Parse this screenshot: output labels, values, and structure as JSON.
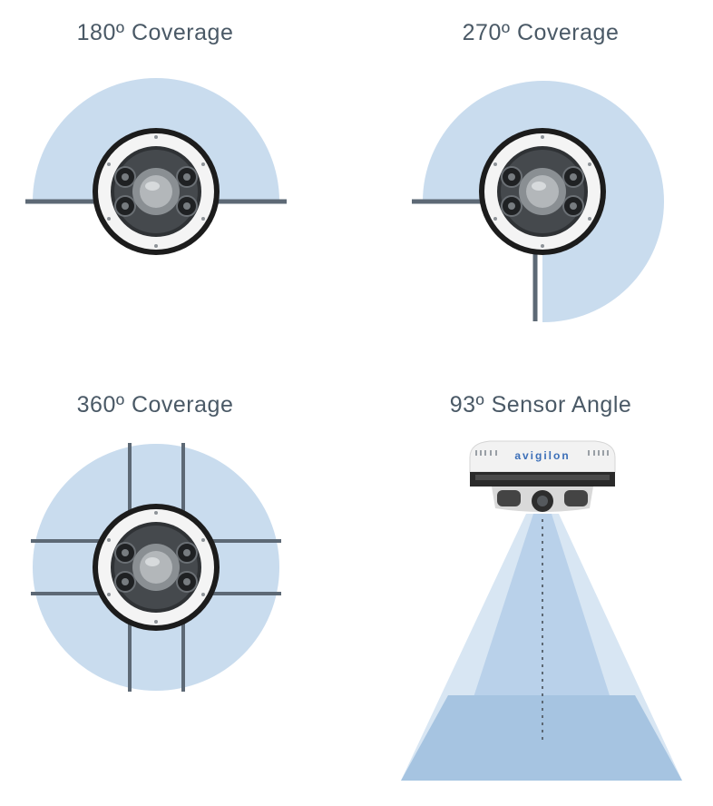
{
  "panels": [
    {
      "title": "180º Coverage",
      "coverage_degrees": 180
    },
    {
      "title": "270º Coverage",
      "coverage_degrees": 270
    },
    {
      "title": "360º Coverage",
      "coverage_degrees": 360
    },
    {
      "title": "93º Sensor Angle",
      "sensor_angle_degrees": 93
    }
  ],
  "camera": {
    "brand": "avigilon"
  },
  "colors": {
    "coverage_fill": "#c9dcee",
    "coverage_fill_light": "#d8e6f3",
    "coverage_fill_dark": "#a6c4e1",
    "wall": "#5d6975",
    "title": "#4a5966",
    "ring": "#1c1c1c",
    "ring_white": "#f4f4f4",
    "lens_dark": "#3a3d40",
    "brand": "#3c6fb8"
  }
}
